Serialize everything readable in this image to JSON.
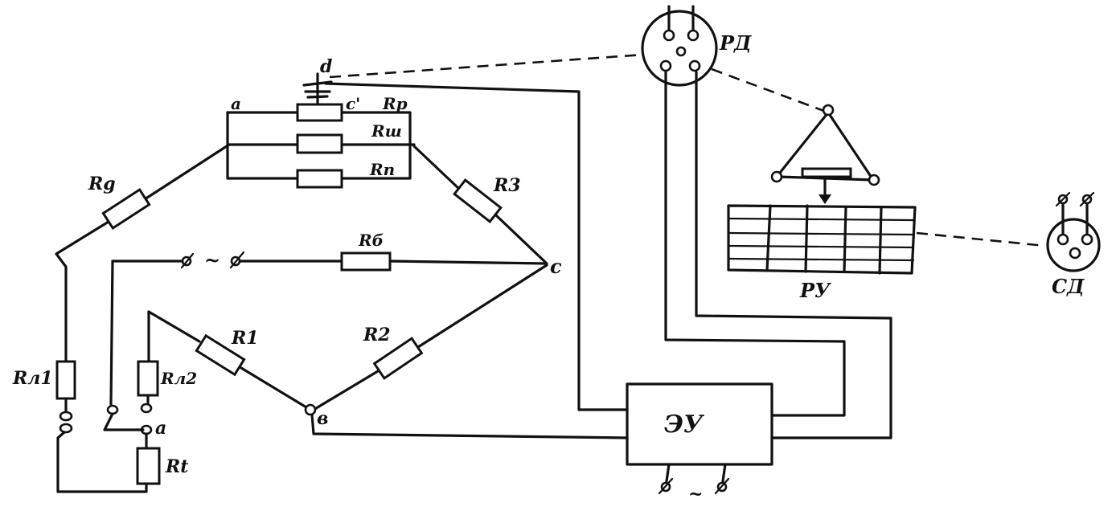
{
  "labels": {
    "rd": "РД",
    "ru": "РУ",
    "sd": "СД",
    "eu": "ЭУ",
    "d": "d",
    "a_top": "a",
    "c_prime": "c'",
    "rp": "Rр",
    "rsh": "Rш",
    "rn": "Rп",
    "rg": "Rg",
    "r3": "R3",
    "r_b": "Rб",
    "c": "c",
    "r1": "R1",
    "r2": "R2",
    "rl1": "Rл1",
    "rl2": "Rл2",
    "a_bottom": "a",
    "b": "в",
    "rt": "Rt",
    "ac_left": "~",
    "ac_bottom": "~"
  }
}
